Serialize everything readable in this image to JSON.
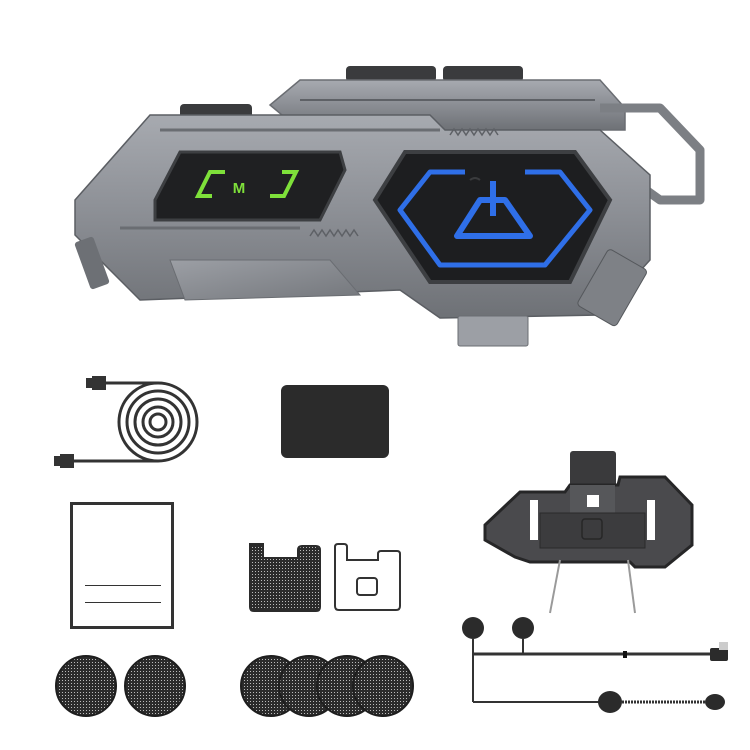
{
  "product": {
    "name": "helmet-intercom-device",
    "body_color": "#8a8d93",
    "body_highlight": "#a9acb2",
    "body_shadow": "#5e6166",
    "mode_button": {
      "label": "M",
      "glow_color": "#7ee03a"
    },
    "power_button": {
      "glow_color": "#2f6fe8"
    }
  },
  "accessories": [
    {
      "id": "usb-cable",
      "name": "USB charging cable"
    },
    {
      "id": "velcro-pad",
      "name": "Adhesive velcro pad"
    },
    {
      "id": "manual",
      "name": "User manual"
    },
    {
      "id": "mount-pads",
      "name": "Mount adhesive pads"
    },
    {
      "id": "speaker-foams-2",
      "name": "Speaker foam covers",
      "count": 2
    },
    {
      "id": "speaker-foams-4",
      "name": "Mic/speaker foam covers",
      "count": 4
    },
    {
      "id": "clip-mount",
      "name": "Helmet clip mount"
    },
    {
      "id": "headset",
      "name": "Headset with speakers and boom mic"
    }
  ],
  "colors": {
    "accessory_dark": "#2b2b2b",
    "outline": "#333333",
    "background": "#ffffff"
  }
}
